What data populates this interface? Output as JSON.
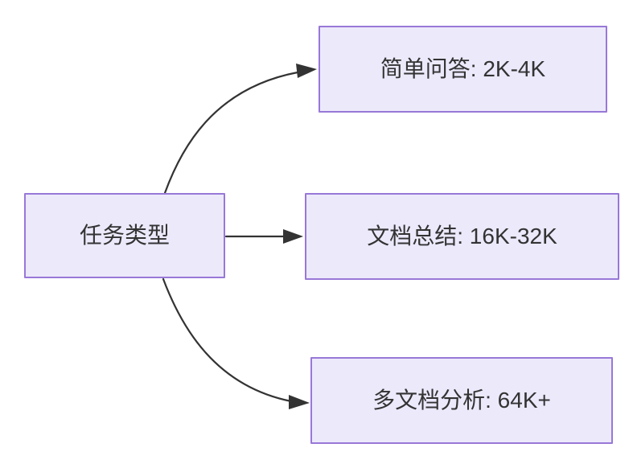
{
  "diagram": {
    "type": "flowchart",
    "direction": "left-to-right",
    "background_color": "#ffffff",
    "node_fill_color": "#ece9fb",
    "node_border_color": "#9878d8",
    "node_text_color": "#333333",
    "edge_color": "#333333",
    "source": {
      "id": "task-type",
      "label": "任务类型"
    },
    "targets": [
      {
        "id": "simple-qa",
        "label": "简单问答: 2K-4K",
        "edge_style": "curved"
      },
      {
        "id": "doc-summary",
        "label": "文档总结: 16K-32K",
        "edge_style": "straight"
      },
      {
        "id": "multi-doc-analysis",
        "label": "多文档分析: 64K+",
        "edge_style": "curved"
      }
    ]
  }
}
